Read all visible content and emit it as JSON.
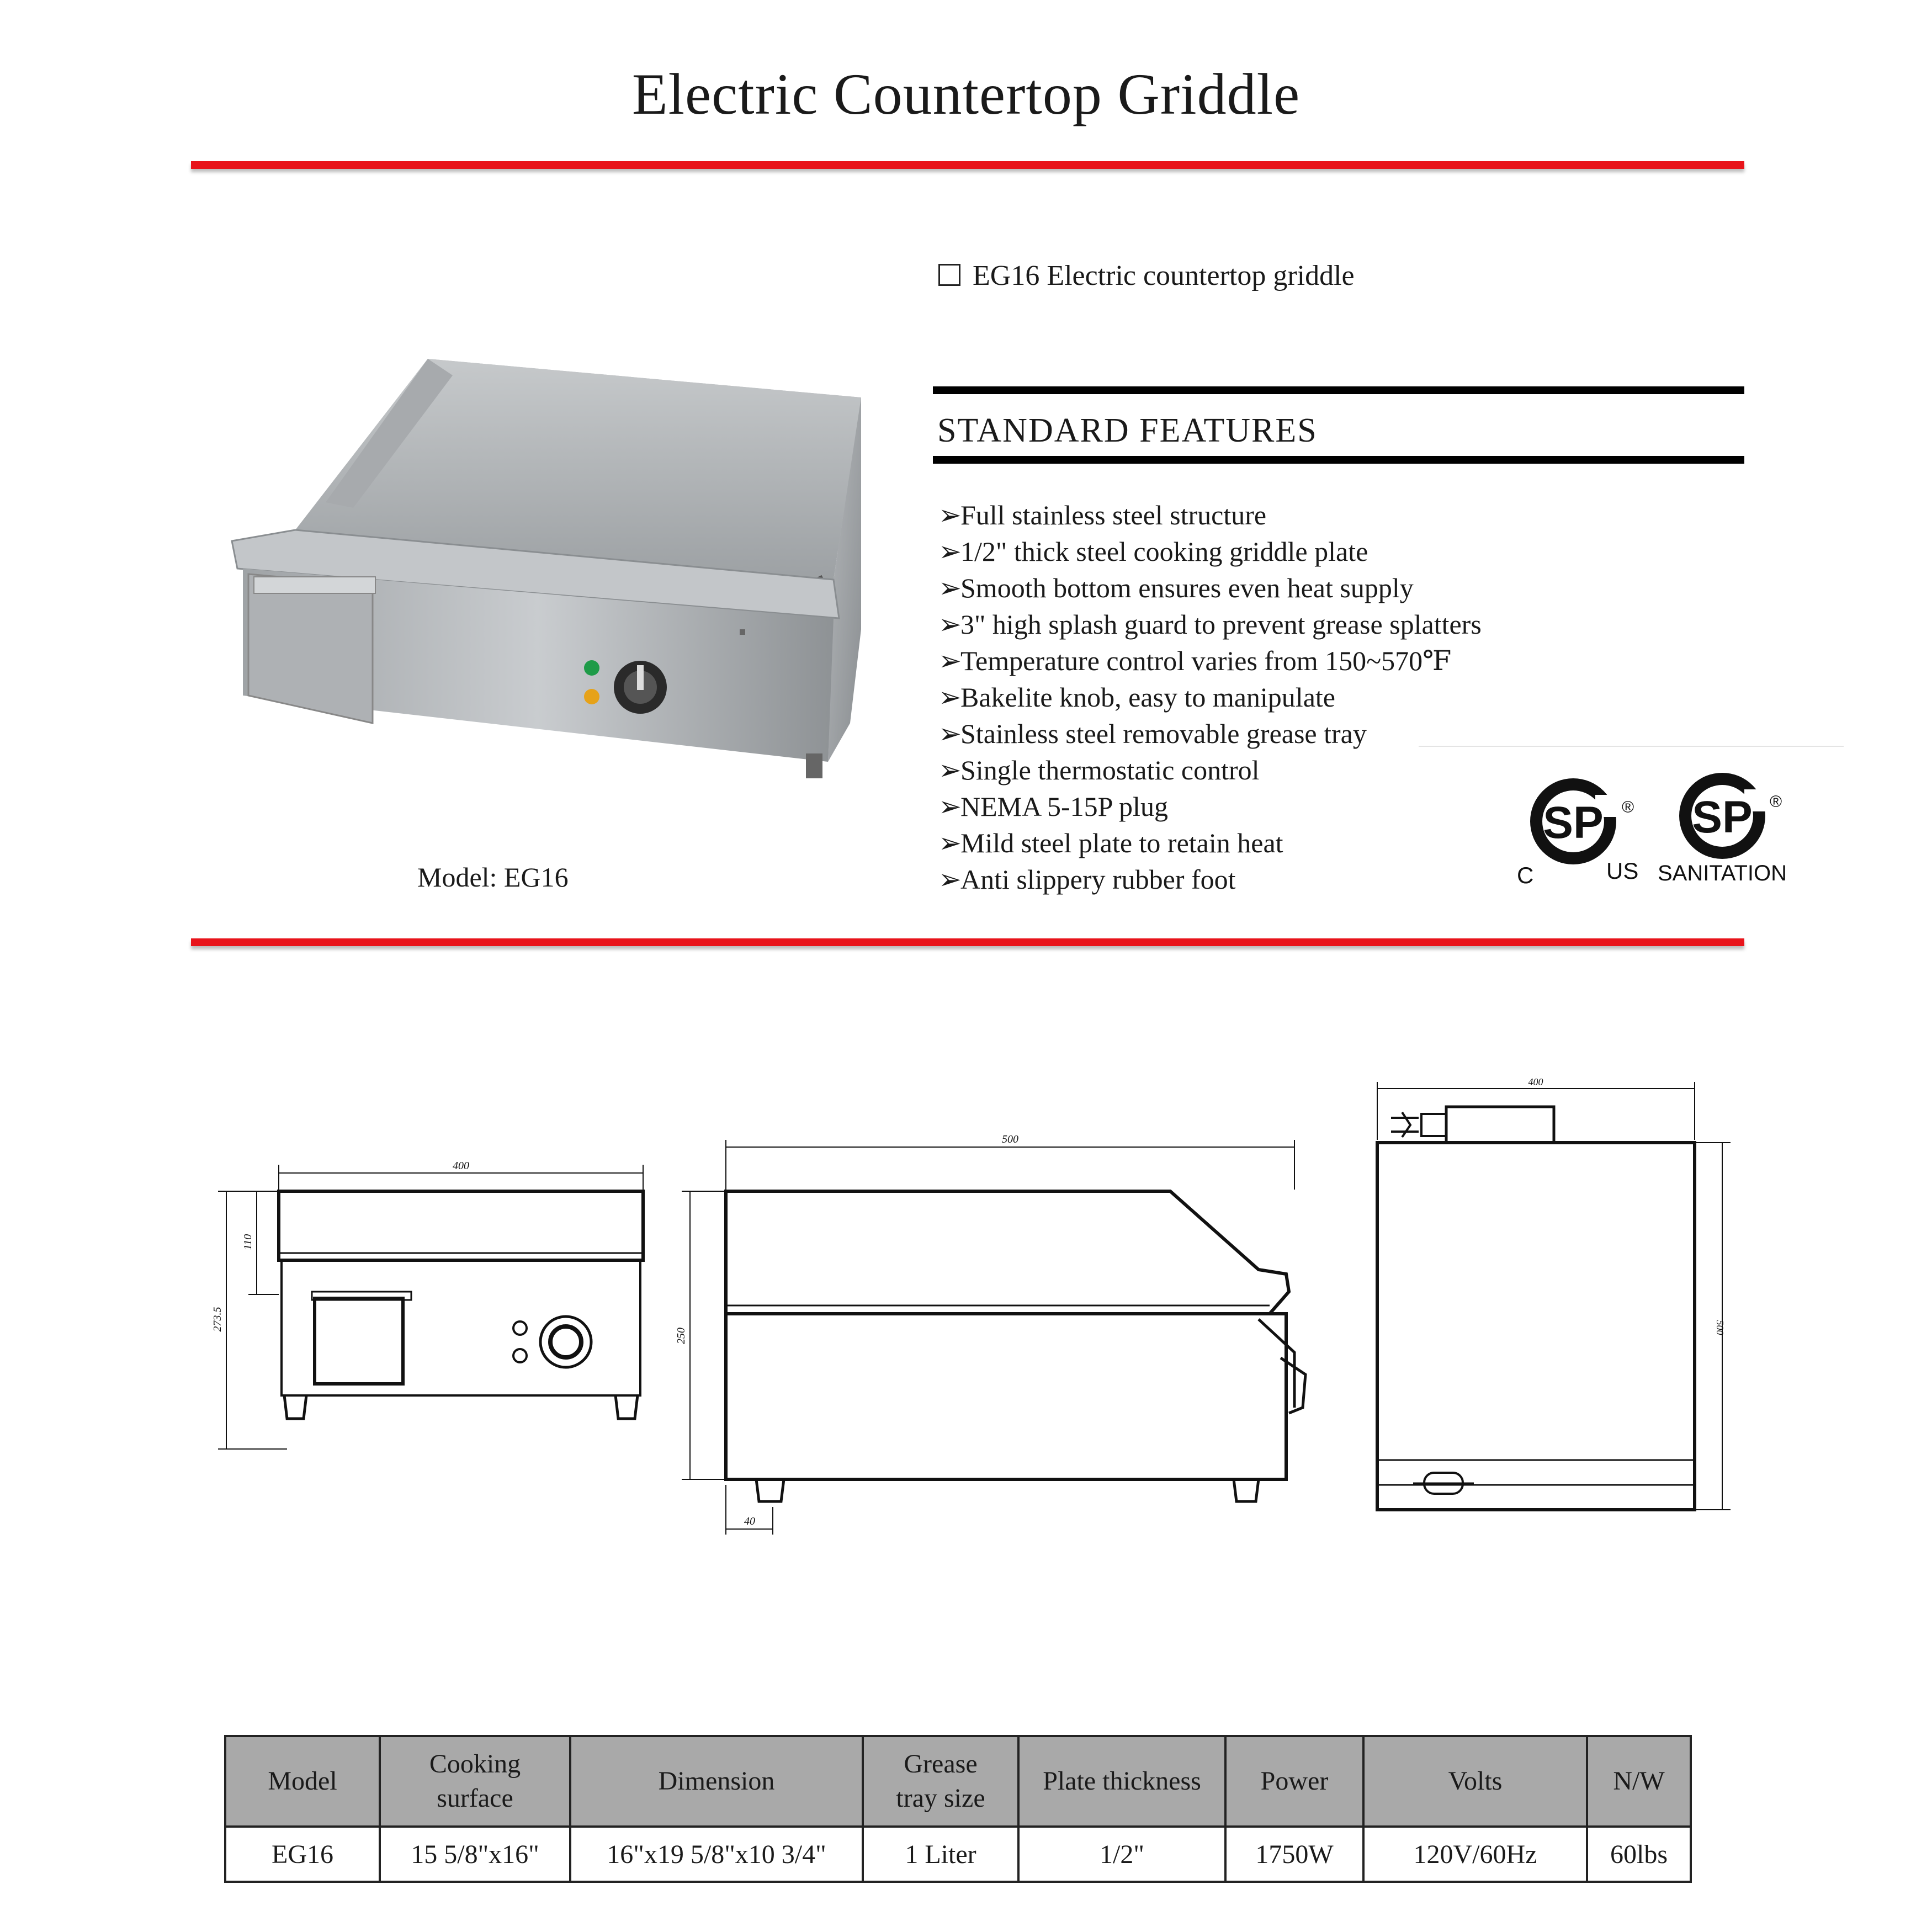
{
  "page_title": "Electric Countertop Griddle",
  "product_line": "EG16 Electric countertop griddle",
  "features_heading": "STANDARD FEATURES",
  "features": [
    "Full stainless steel structure",
    "1/2\" thick steel cooking griddle plate",
    "Smooth bottom ensures even heat supply",
    "3\" high splash guard to prevent grease splatters",
    "Temperature control  varies from 150~570℉",
    "Bakelite knob, easy to manipulate",
    "Stainless steel removable grease tray",
    "Single thermostatic control",
    "NEMA 5-15P plug",
    "Mild steel plate to retain heat",
    "Anti slippery rubber foot"
  ],
  "feature_bullet": "➢",
  "model_caption": "Model: EG16",
  "certifications": {
    "csa_us": {
      "mark": "SP",
      "left": "C",
      "right": "US",
      "reg": "®"
    },
    "csa_sanitation": {
      "mark": "SP",
      "label": "SANITATION",
      "reg": "®"
    }
  },
  "drawing_dims": {
    "front_width": "400",
    "front_top": "110",
    "front_height": "273.5",
    "side_length": "500",
    "side_height": "250",
    "side_foot": "40",
    "top_width": "400",
    "top_depth": "500"
  },
  "spec_table": {
    "headers": [
      "Model",
      "Cooking\nsurface",
      "Dimension",
      "Grease\ntray size",
      "Plate thickness",
      "Power",
      "Volts",
      "N/W"
    ],
    "rows": [
      [
        "EG16",
        "15 5/8\"x16\"",
        "16\"x19 5/8\"x10 3/4\"",
        "1 Liter",
        "1/2\"",
        "1750W",
        "120V/60Hz",
        "60lbs"
      ]
    ]
  },
  "colors": {
    "accent_red": "#e8141b",
    "rule_black": "#000000",
    "table_header": "#a9a9a9"
  }
}
